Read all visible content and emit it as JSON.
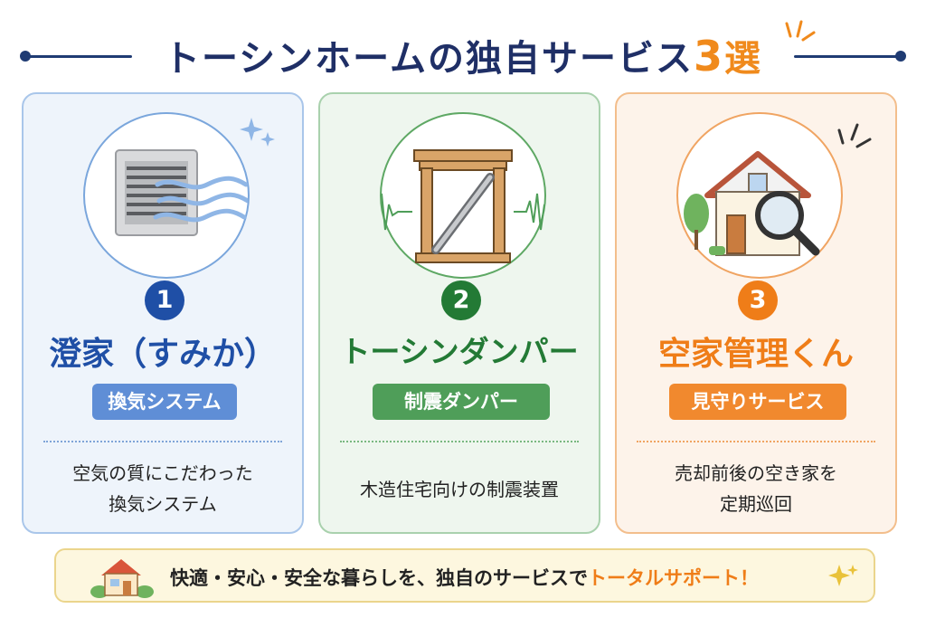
{
  "title": {
    "main": "トーシンホームの独自サービス",
    "number": "3",
    "suffix": "選"
  },
  "cards": [
    {
      "number": "1",
      "name": "澄家（すみか）",
      "tag": "換気システム",
      "desc_line1": "空気の質にこだわった",
      "desc_line2": "換気システム",
      "icon": "ventilation-icon",
      "color": "#1f4fa6"
    },
    {
      "number": "2",
      "name": "トーシンダンパー",
      "tag": "制震ダンパー",
      "desc_line1": "木造住宅向けの制震装置",
      "desc_line2": "",
      "icon": "damper-icon",
      "color": "#237a35"
    },
    {
      "number": "3",
      "name": "空家管理くん",
      "tag": "見守りサービス",
      "desc_line1": "売却前後の空き家を",
      "desc_line2": "定期巡回",
      "icon": "house-inspection-icon",
      "color": "#ef7d18"
    }
  ],
  "banner": {
    "text_main": "快適・安心・安全な暮らしを、独自のサービスで",
    "text_highlight": "トータルサポート！"
  }
}
